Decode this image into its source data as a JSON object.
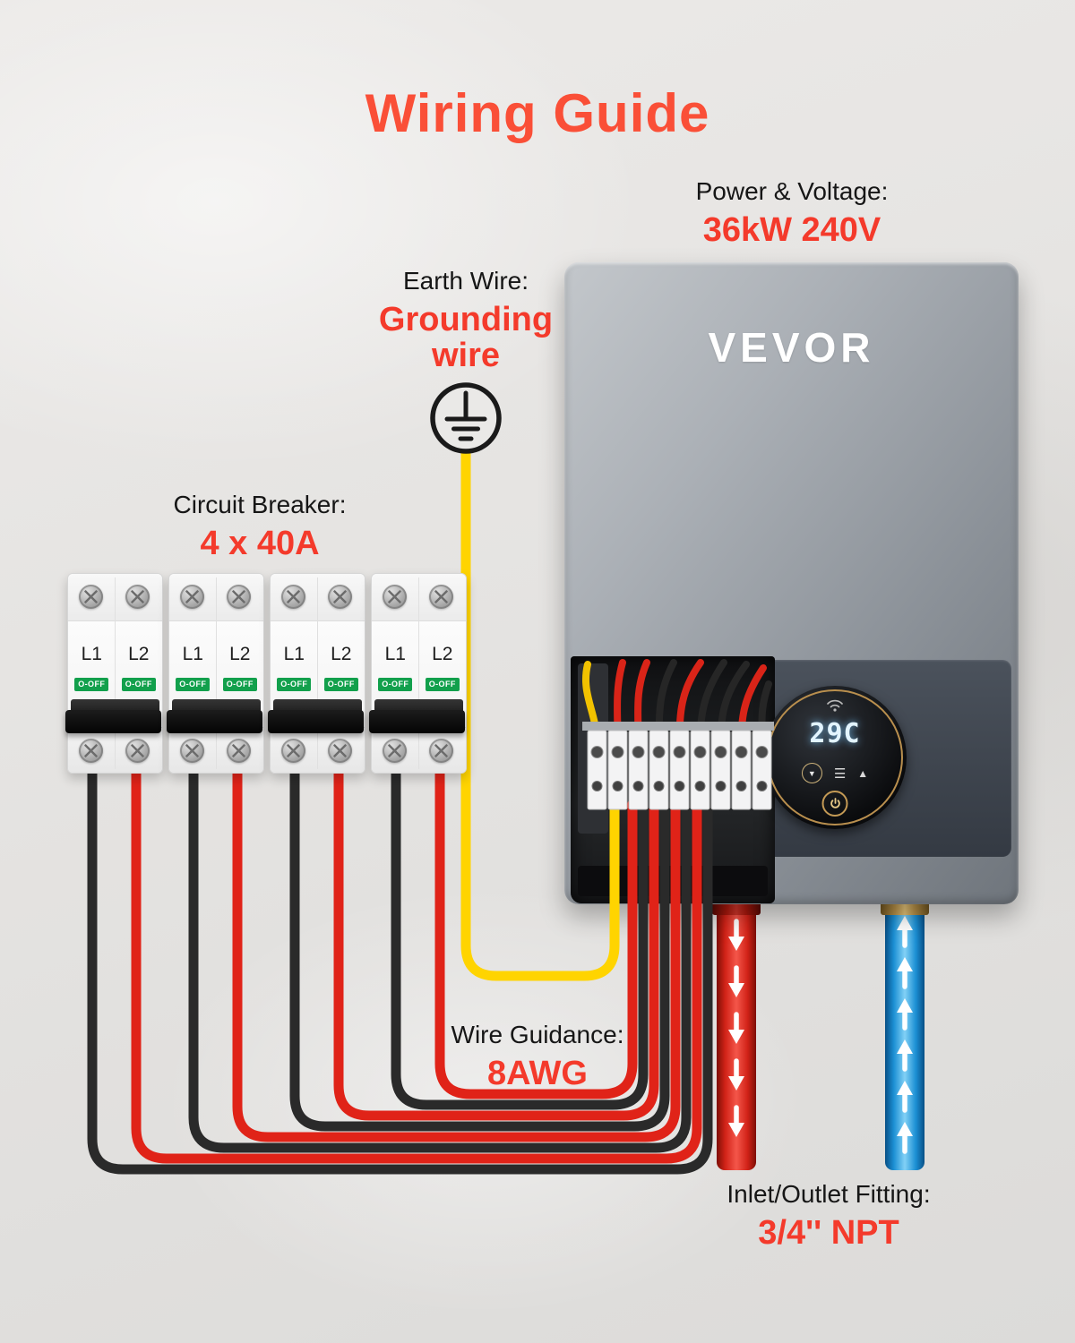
{
  "title": "Wiring Guide",
  "colors": {
    "accent_red": "#FA4F37",
    "value_red": "#F43A2B",
    "wire_black": "#2A2A2A",
    "wire_red": "#E02318",
    "wire_yellow": "#FFD400",
    "pipe_red": "#D22318",
    "pipe_blue": "#1B8FD4",
    "indicator_green": "#12A04C",
    "heater_gray": "#9AA0A6"
  },
  "annotations": {
    "power": {
      "label": "Power & Voltage:",
      "value": "36kW 240V"
    },
    "earth": {
      "label": "Earth Wire:",
      "value_line1": "Grounding",
      "value_line2": "wire"
    },
    "circuit_breaker": {
      "label": "Circuit Breaker:",
      "value": "4 x 40A"
    },
    "wire_guidance": {
      "label": "Wire Guidance:",
      "value": "8AWG"
    },
    "inlet_outlet": {
      "label": "Inlet/Outlet Fitting:",
      "value": "3/4'' NPT"
    }
  },
  "heater": {
    "brand": "VEVOR",
    "display_value": "29C",
    "down_icon": "▼",
    "menu_icon": "☰",
    "up_icon": "▲"
  },
  "breaker_unit": {
    "count": 4,
    "pole_labels": [
      "L1",
      "L2"
    ],
    "switch_label": "O-OFF"
  }
}
